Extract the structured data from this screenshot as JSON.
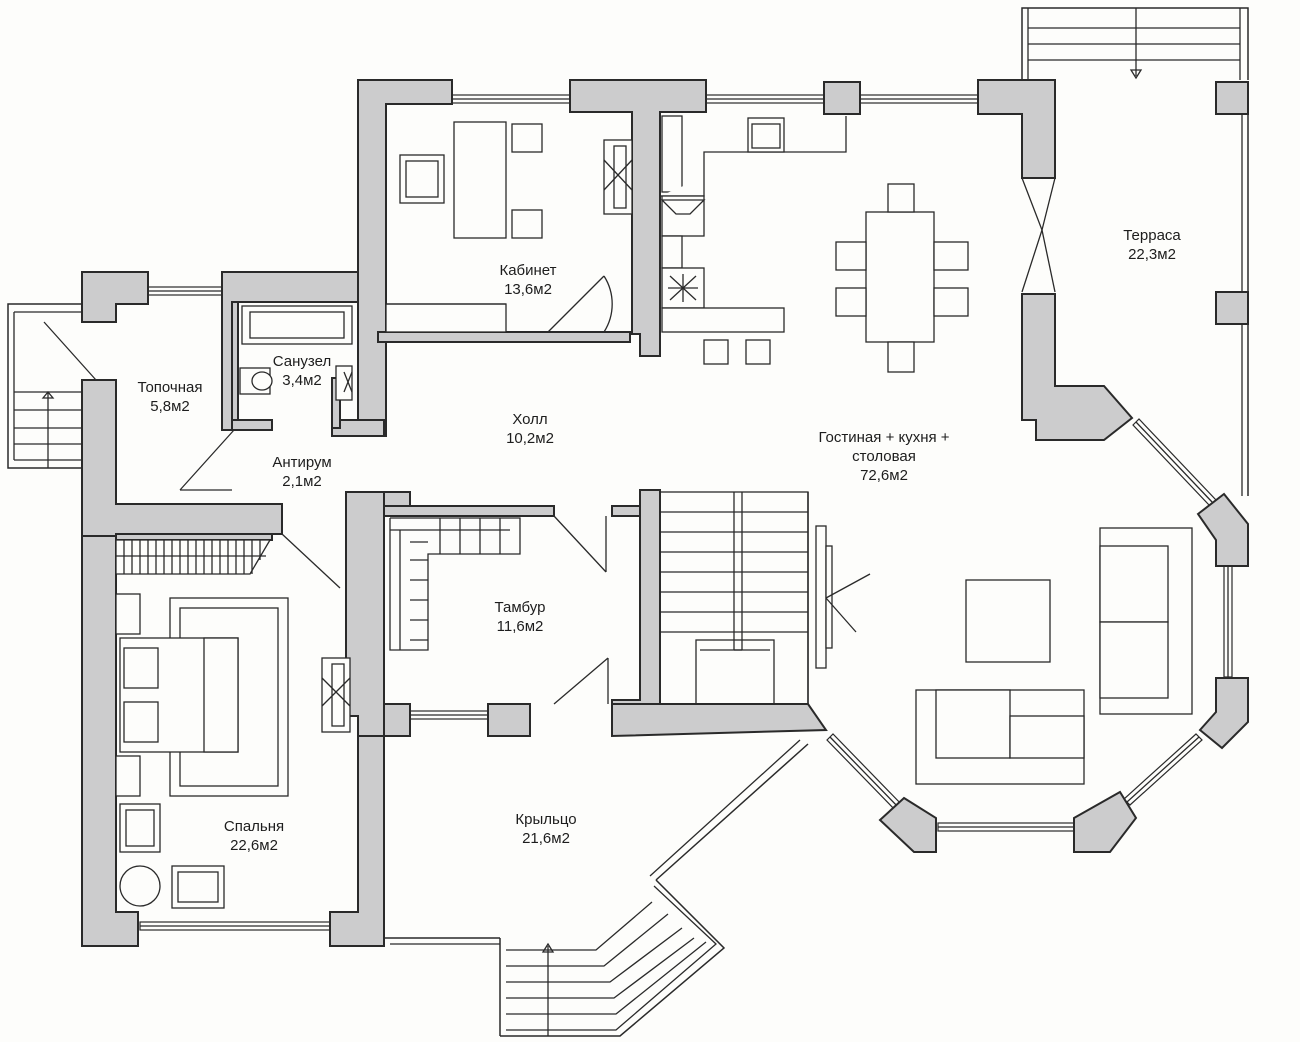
{
  "rooms": {
    "kabinet": {
      "name": "Кабинет",
      "area": "13,6м2"
    },
    "terrasa": {
      "name": "Терраса",
      "area": "22,3м2"
    },
    "topochnaya": {
      "name": "Топочная",
      "area": "5,8м2"
    },
    "sanuzel": {
      "name": "Санузел",
      "area": "3,4м2"
    },
    "holl": {
      "name": "Холл",
      "area": "10,2м2"
    },
    "gostinaya": {
      "name_line1": "Гостиная + кухня +",
      "name_line2": "столовая",
      "area": "72,6м2"
    },
    "antirum": {
      "name": "Антирум",
      "area": "2,1м2"
    },
    "tambur": {
      "name": "Тамбур",
      "area": "11,6м2"
    },
    "spalnya": {
      "name": "Спальня",
      "area": "22,6м2"
    },
    "krylco": {
      "name": "Крыльцо",
      "area": "21,6м2"
    }
  },
  "colors": {
    "wall_fill": "#cccccd",
    "line": "#2a2a2a",
    "background": "#fdfdfb"
  }
}
